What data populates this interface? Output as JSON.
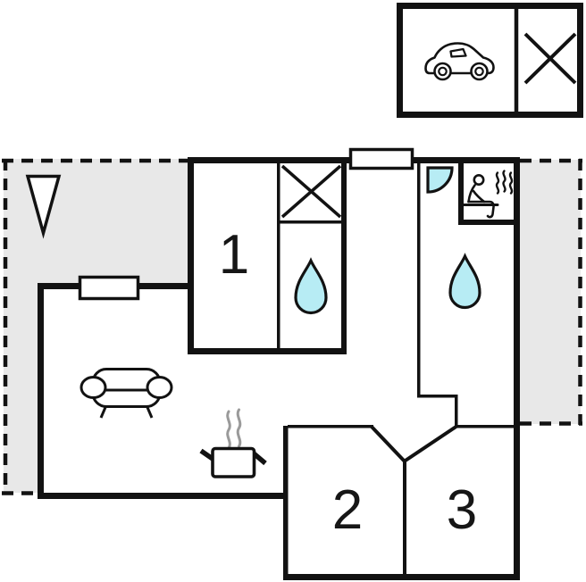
{
  "title": "holiday-home-floor-plan",
  "rooms": [
    {
      "id": "room-1",
      "label": "1"
    },
    {
      "id": "room-2",
      "label": "2"
    },
    {
      "id": "room-3",
      "label": "3"
    }
  ],
  "colors": {
    "background": "#ffffff",
    "wall": "#121212",
    "terrace_fill": "#e8e8e8",
    "water_fill": "#b7ecf4",
    "steam": "#9a9a9a"
  },
  "icons": [
    {
      "name": "north-arrow"
    },
    {
      "name": "car"
    },
    {
      "name": "crossed-square-garage"
    },
    {
      "name": "crossed-square-wardrobe"
    },
    {
      "name": "water-drop-bath-1"
    },
    {
      "name": "water-drop-bath-2"
    },
    {
      "name": "shower"
    },
    {
      "name": "sauna"
    },
    {
      "name": "sofa"
    },
    {
      "name": "stove"
    }
  ]
}
